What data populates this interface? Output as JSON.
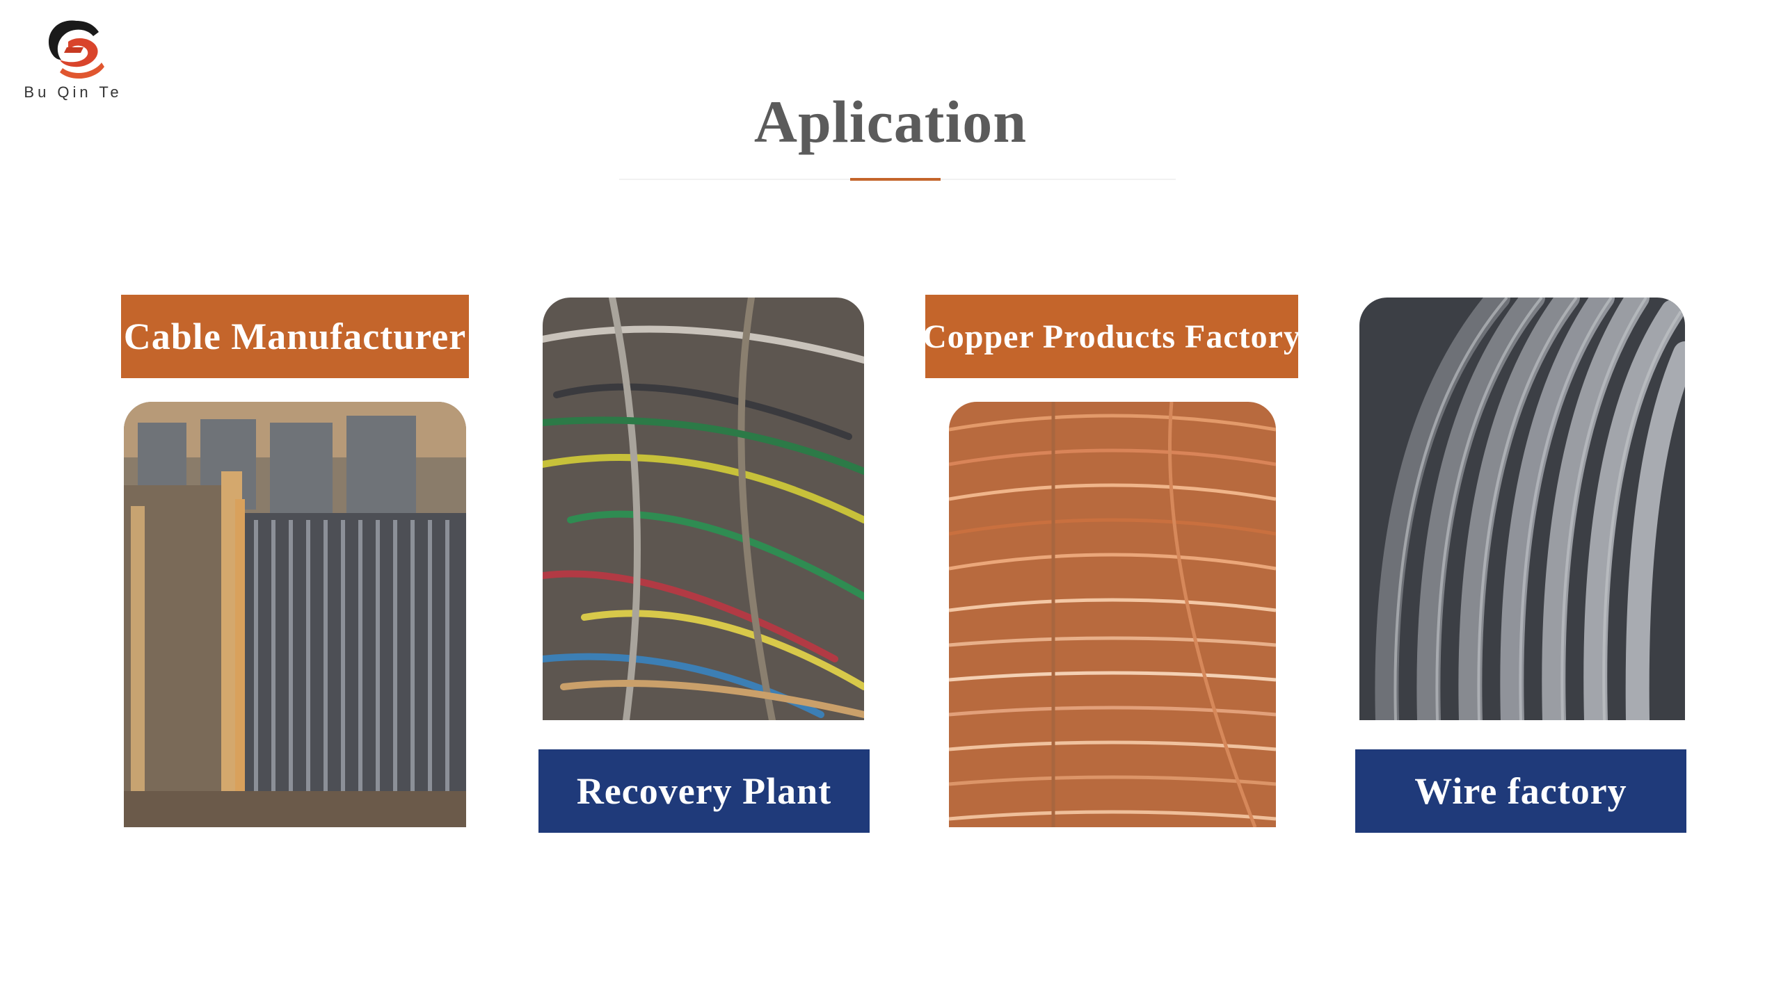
{
  "brand": {
    "name": "Bu Qin Te"
  },
  "title": "Aplication",
  "colors": {
    "orange": "#c4652b",
    "navy": "#1f3a7a",
    "title": "#5b5b5b"
  },
  "cards": [
    {
      "label": "Cable Manufacturer",
      "image": "cable-reels-photo"
    },
    {
      "label": "Recovery Plant",
      "image": "scrap-wire-photo"
    },
    {
      "label": "Copper Products Factory",
      "image": "copper-coil-photo"
    },
    {
      "label": "Wire factory",
      "image": "gray-cable-coil-photo"
    }
  ]
}
